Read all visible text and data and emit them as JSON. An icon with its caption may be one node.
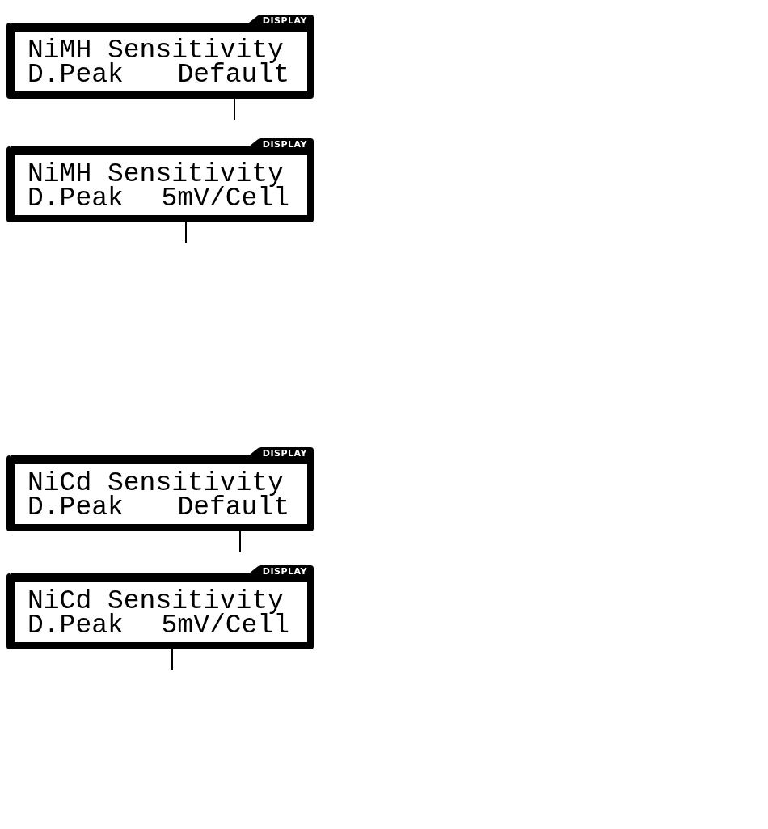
{
  "diagram": {
    "nodes": [
      {
        "text": [
          "DISPLAY",
          "NiMH Sensitivity",
          "D.Peak",
          "Default"
        ]
      },
      {
        "text": [
          "DISPLAY",
          "NiMH Sensitivity",
          "D.Peak",
          "5mV/Cell"
        ]
      },
      {
        "text": [
          "DISPLAY",
          "NiCd Sensitivity",
          "D.Peak",
          "Default"
        ]
      },
      {
        "text": [
          "DISPLAY",
          "NiCd Sensitivity",
          "D.Peak",
          "5mV/Cell"
        ]
      }
    ],
    "edges": [
      {
        "from": 0,
        "to": null,
        "arrow": "none"
      },
      {
        "from": 1,
        "to": null,
        "arrow": "none"
      },
      {
        "from": 2,
        "to": null,
        "arrow": "none"
      },
      {
        "from": 3,
        "to": null,
        "arrow": "none"
      }
    ]
  }
}
